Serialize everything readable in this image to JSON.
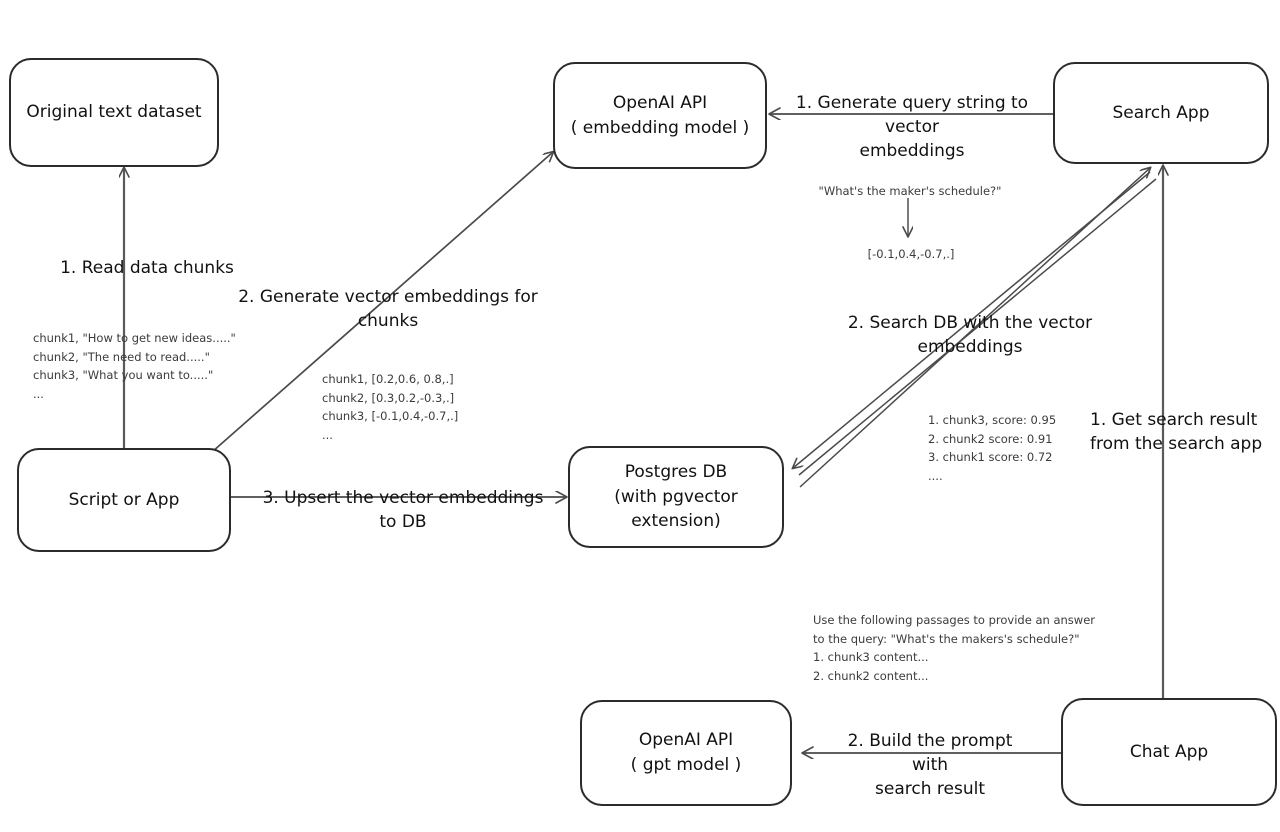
{
  "diagram": {
    "title": "Vector search RAG architecture",
    "stroke_color": "#2b2b2b",
    "text_color": "#111111",
    "note_color": "#3b3b3b",
    "background": "#ffffff"
  },
  "nodes": {
    "original_dataset": {
      "line1": "Original text dataset",
      "line2": ""
    },
    "script_or_app": {
      "line1": "Script or App",
      "line2": ""
    },
    "openai_embedding": {
      "line1": "OpenAI API",
      "line2": "( embedding model )"
    },
    "postgres_db": {
      "line1": "Postgres DB",
      "line2": "(with pgvector extension)"
    },
    "search_app": {
      "line1": "Search App",
      "line2": ""
    },
    "chat_app": {
      "line1": "Chat App",
      "line2": ""
    },
    "openai_gpt": {
      "line1": "OpenAI API",
      "line2": "( gpt model )"
    }
  },
  "edge_labels": {
    "read_data_chunks": "1. Read data chunks",
    "generate_embeddings_chunks": "2. Generate vector embeddings for chunks",
    "upsert_to_db": "3. Upsert the vector embeddings  to DB",
    "generate_query_embeddings": "1. Generate query string to vector\nembeddings",
    "search_db": "2. Search DB with the vector embeddings",
    "get_search_result": "1. Get search result\nfrom the search app",
    "build_prompt": "2. Build the prompt with\nsearch result"
  },
  "notes": {
    "raw_chunks": "chunk1, \"How to get new ideas.....\"\nchunk2, \"The need to read.....\"\nchunk3, \"What you want to.....\"\n...",
    "chunk_vectors": "chunk1, [0.2,0.6, 0.8,.]\nchunk2, [0.3,0.2,-0.3,.]\nchunk3, [-0.1,0.4,-0.7,.]\n...",
    "query_text": "\"What's the maker's schedule?\"",
    "query_vector": "[-0.1,0.4,-0.7,.]",
    "search_scores": "1. chunk3, score: 0.95\n2. chunk2 score: 0.91\n3. chunk1 score: 0.72\n....",
    "prompt_text": "Use the following passages to provide an answer\nto the query: \"What's the makers's schedule?\"\n1. chunk3 content...\n2. chunk2 content..."
  }
}
